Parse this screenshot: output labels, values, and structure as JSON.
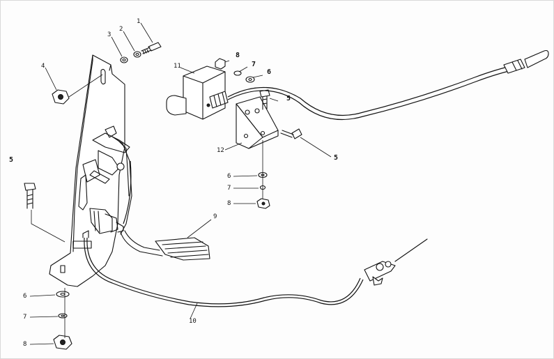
{
  "callouts": {
    "c1": "1",
    "c2": "2",
    "c3": "3",
    "c4": "4",
    "c5_left": "5",
    "c5_bolt": "5",
    "c5_screw": "5",
    "c6_switch": "6",
    "c6_bracket": "6",
    "c6_bottom": "6",
    "c7_switch": "7",
    "c7_bracket": "7",
    "c7_bottom": "7",
    "c8_switch": "8",
    "c8_bracket": "8",
    "c8_bottom": "8",
    "c9": "9",
    "c10": "10",
    "c11": "11",
    "c12": "12"
  }
}
